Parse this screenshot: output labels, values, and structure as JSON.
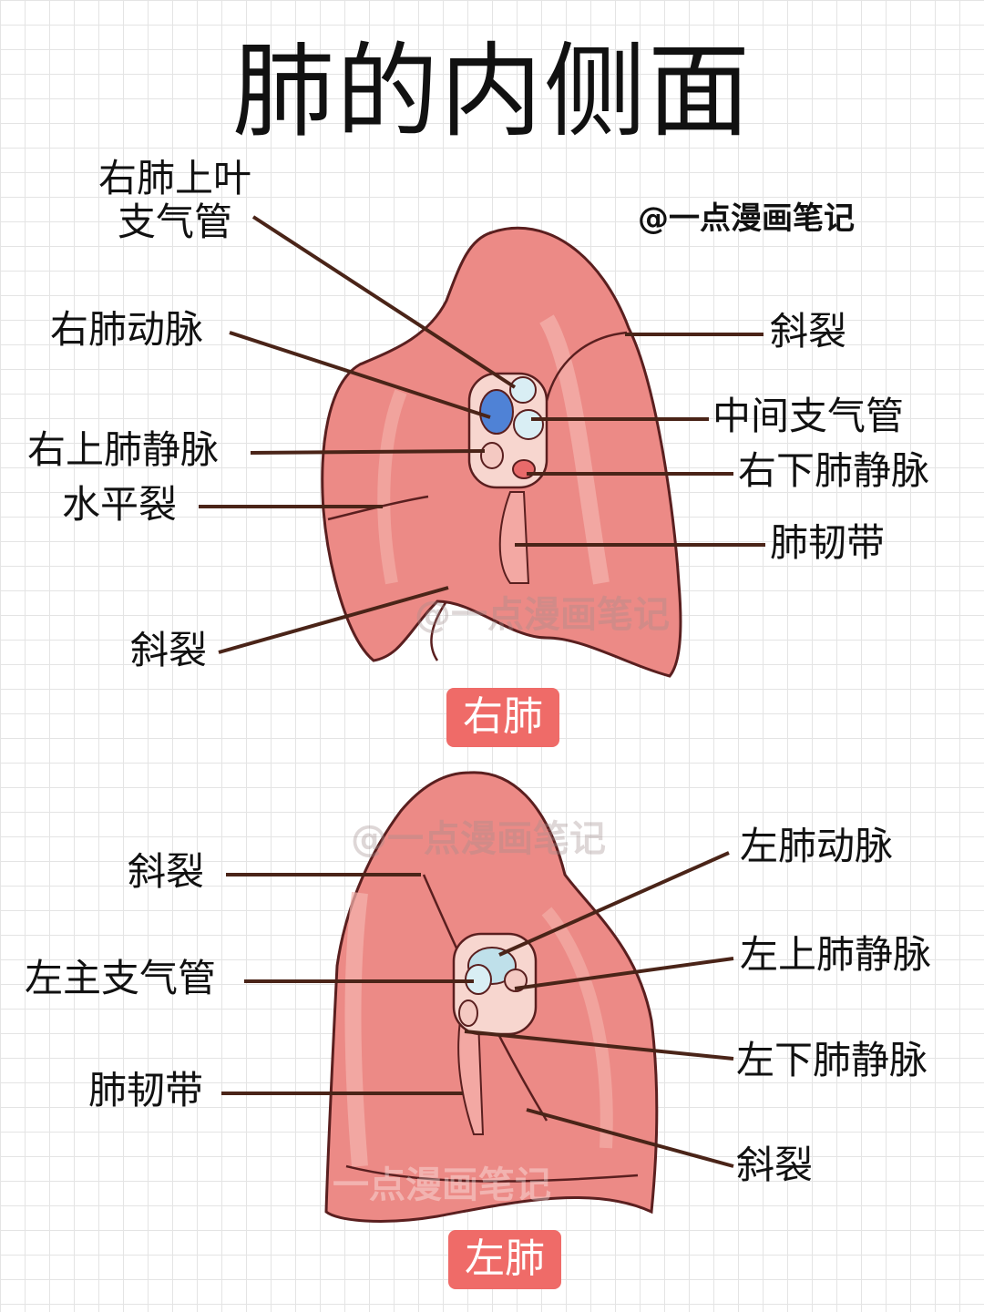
{
  "title": "肺的内侧面",
  "credit": "@一点漫画笔记",
  "watermarks": [
    "@一点漫画笔记",
    "@一点漫画笔记",
    "一点漫画笔记"
  ],
  "right_lung": {
    "caption": "右肺",
    "labels": {
      "upper_lobe_bronchus": "右肺上叶\n支气管",
      "pulmonary_artery": "右肺动脉",
      "superior_pulmonary_vein": "右上肺静脉",
      "horizontal_fissure": "水平裂",
      "oblique_fissure_lower": "斜裂",
      "oblique_fissure_upper": "斜裂",
      "intermediate_bronchus": "中间支气管",
      "inferior_pulmonary_vein": "右下肺静脉",
      "pulmonary_ligament": "肺韧带"
    }
  },
  "left_lung": {
    "caption": "左肺",
    "labels": {
      "oblique_fissure_upper": "斜裂",
      "main_bronchus": "左主支气管",
      "pulmonary_ligament": "肺韧带",
      "pulmonary_artery": "左肺动脉",
      "superior_pulmonary_vein": "左上肺静脉",
      "inferior_pulmonary_vein": "左下肺静脉",
      "oblique_fissure_lower": "斜裂"
    }
  },
  "colors": {
    "lung_fill": "#ec8a86",
    "lung_light": "#f3a8a3",
    "lung_outline": "#5a1f1f",
    "leader_line": "#4a2418",
    "badge": "#ef6b68",
    "vessel_blue": "#4f82d6",
    "bronchus_blue": "#bfe0ea"
  }
}
